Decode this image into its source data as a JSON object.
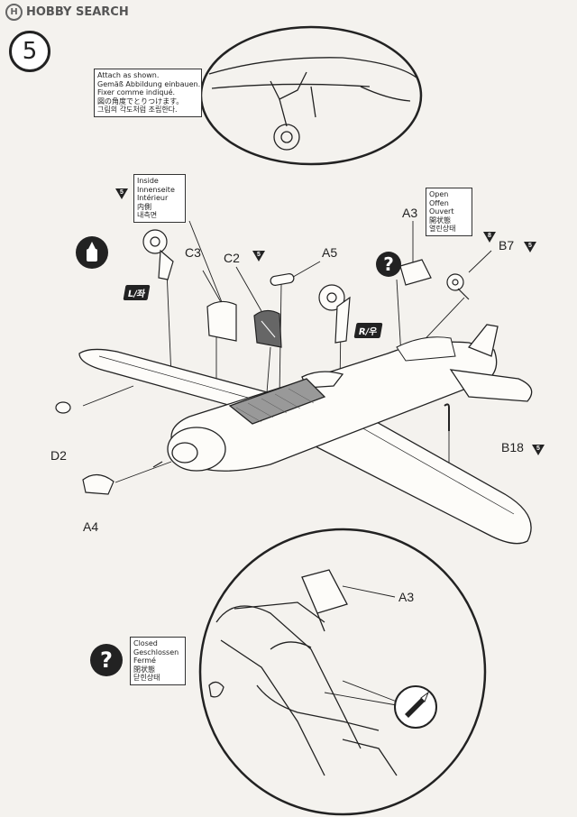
{
  "watermark": "HOBBY SEARCH",
  "step_number": "5",
  "notes": {
    "attach": [
      "Attach as shown.",
      "Gemäß Abbildung einbauen.",
      "Fixer comme indiqué.",
      "図の角度でとりつけます。",
      "그림의 각도처럼 조립한다."
    ],
    "inside": [
      "Inside",
      "Innenseite",
      "Intérieur",
      "内側",
      "내측면"
    ],
    "open": [
      "Open",
      "Offen",
      "Ouvert",
      "開状態",
      "열린상태"
    ],
    "closed": [
      "Closed",
      "Geschlossen",
      "Fermé",
      "閉状態",
      "닫힌상태"
    ]
  },
  "parts": {
    "c3": "C3",
    "c2": "C2",
    "a5": "A5",
    "a3": "A3",
    "b7": "B7",
    "d2": "D2",
    "a4": "A4",
    "b18": "B18",
    "a3_detail": "A3"
  },
  "paint_refs": {
    "inside_ref": "5",
    "c2_ref": "5",
    "ref_8": "8",
    "b7_ref": "5",
    "b18_ref": "5"
  },
  "side_labels": {
    "left": "L/좌",
    "right": "R/우"
  },
  "icons": {
    "glue": "glue-bottle-icon",
    "question_open": "question-mark-icon",
    "question_closed": "question-mark-icon",
    "knife": "hobby-knife-icon"
  },
  "colors": {
    "line": "#222222",
    "paper": "#f4f2ee",
    "hatch": "#555555"
  }
}
